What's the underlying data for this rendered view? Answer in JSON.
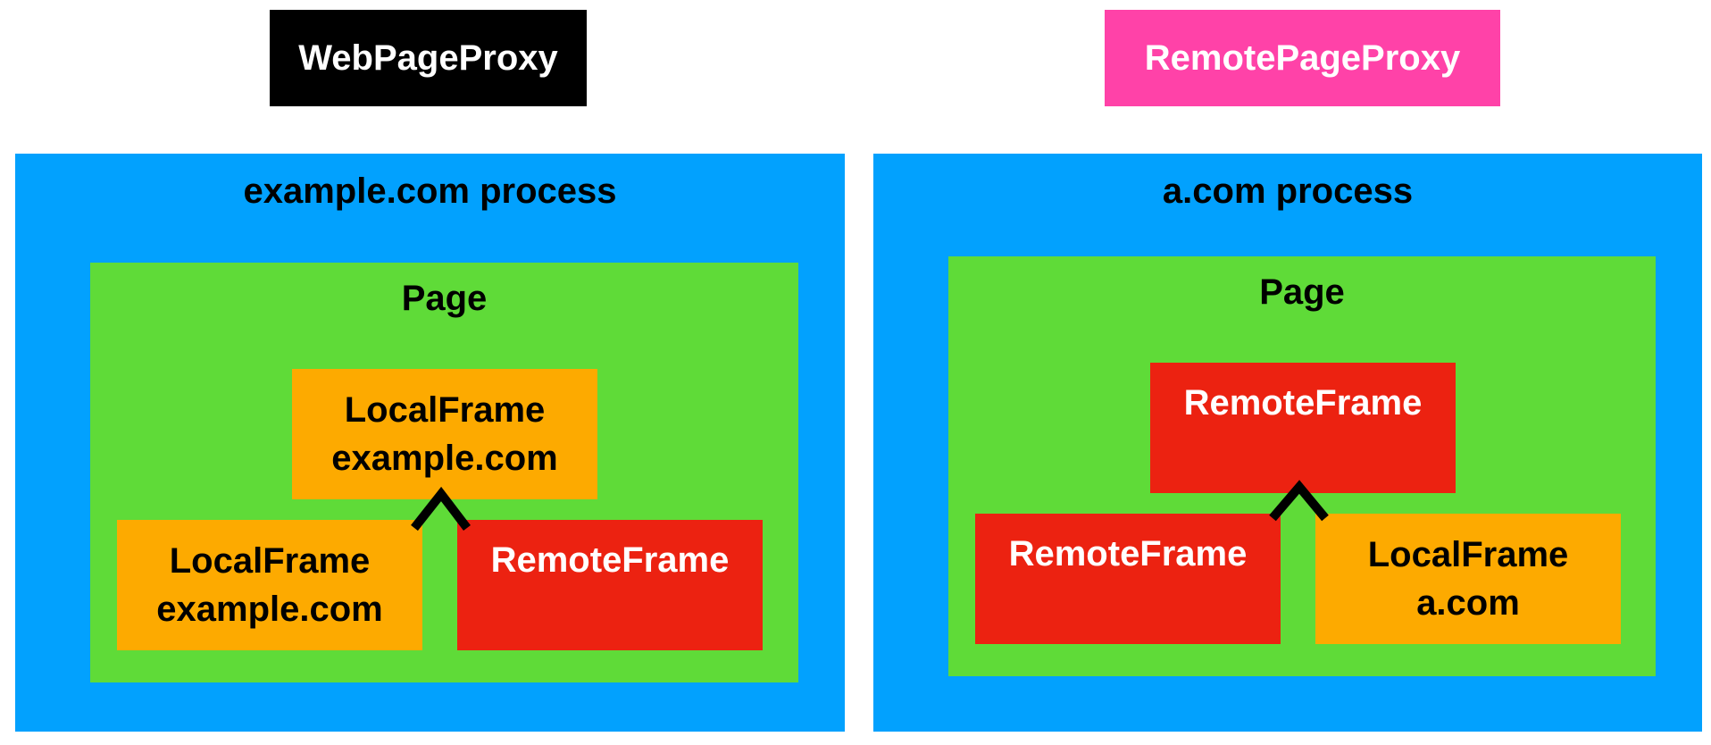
{
  "proxies": {
    "left": {
      "label": "WebPageProxy",
      "color": "#000000"
    },
    "right": {
      "label": "RemotePageProxy",
      "color": "#ff42a8"
    }
  },
  "processes": {
    "left": {
      "title": "example.com process",
      "page_title": "Page",
      "top_frame": {
        "kind": "LocalFrame",
        "line1": "LocalFrame",
        "line2": "example.com"
      },
      "child_left": {
        "kind": "LocalFrame",
        "line1": "LocalFrame",
        "line2": "example.com"
      },
      "child_right": {
        "kind": "RemoteFrame",
        "line1": "RemoteFrame",
        "line2": ""
      }
    },
    "right": {
      "title": "a.com process",
      "page_title": "Page",
      "top_frame": {
        "kind": "RemoteFrame",
        "line1": "RemoteFrame",
        "line2": ""
      },
      "child_left": {
        "kind": "RemoteFrame",
        "line1": "RemoteFrame",
        "line2": ""
      },
      "child_right": {
        "kind": "LocalFrame",
        "line1": "LocalFrame",
        "line2": "a.com"
      }
    }
  },
  "colors": {
    "process": "#02a1fe",
    "page": "#5fdb38",
    "local_frame": "#fdaa00",
    "remote_frame": "#ec2211",
    "connector": "#000000"
  }
}
